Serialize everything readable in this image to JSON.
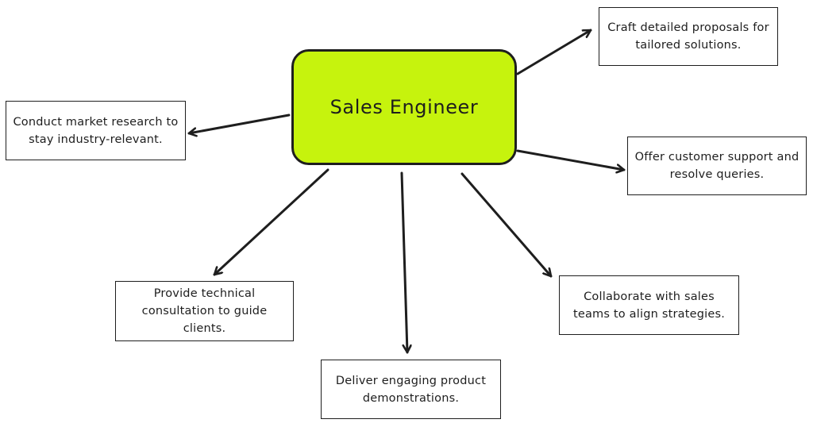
{
  "center": {
    "label": "Sales Engineer"
  },
  "nodes": [
    {
      "id": "proposals",
      "text": "Craft detailed proposals for tailored solutions."
    },
    {
      "id": "research",
      "text": "Conduct market research to stay industry-relevant."
    },
    {
      "id": "support",
      "text": "Offer customer support and resolve queries."
    },
    {
      "id": "consultation",
      "text": "Provide technical consultation to guide clients."
    },
    {
      "id": "collaborate",
      "text": "Collaborate with sales teams to align strategies."
    },
    {
      "id": "demos",
      "text": "Deliver engaging product demonstrations."
    }
  ],
  "colors": {
    "center_fill": "#c6f30d",
    "stroke": "#1e1e1e",
    "node_fill": "#ffffff"
  }
}
